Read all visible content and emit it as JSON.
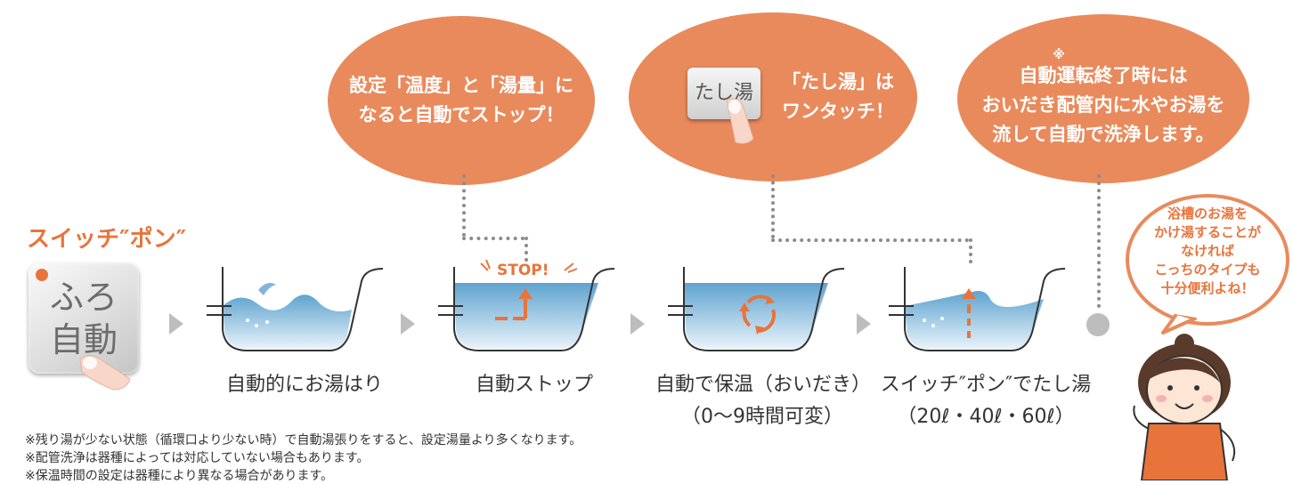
{
  "switch_title": "スイッチ″ポン″",
  "auto_button": {
    "line1": "ふろ",
    "line2": "自動"
  },
  "bubbles": [
    {
      "line1": "設定「温度」と「湯量」に",
      "line2": "なると自動でストップ！"
    },
    {
      "button": "たし湯",
      "line1": "「たし湯」は",
      "line2": "ワンタッチ！"
    },
    {
      "mark": "※",
      "line1": "自動運転終了時には",
      "line2": "おいだき配管内に水やお湯を",
      "line3": "流して自動で洗浄します。"
    }
  ],
  "stop_label": "STOP!",
  "steps": [
    {
      "caption": "自動的にお湯はり"
    },
    {
      "caption": "自動ストップ"
    },
    {
      "caption": "自動で保温（おいだき）",
      "sub": "（0〜9時間可変）"
    },
    {
      "caption": "スイッチ″ポン″でたし湯",
      "sub": "（20ℓ・40ℓ・60ℓ）"
    }
  ],
  "speech": [
    "浴槽のお湯を",
    "かけ湯することが",
    "なければ",
    "こっちのタイプも",
    "十分便利よね！"
  ],
  "notes": [
    "※残り湯が少ない状態（循環口より少ない時）で自動湯張りをすると、設定湯量より多くなります。",
    "※配管洗浄は器種によっては対応していない場合もあります。",
    "※保温時間の設定は器種により異なる場合があります。"
  ],
  "colors": {
    "accent": "#e98a5c",
    "title": "#e8743c",
    "water": "#7fb6da",
    "dotted": "#8b8b8b"
  }
}
